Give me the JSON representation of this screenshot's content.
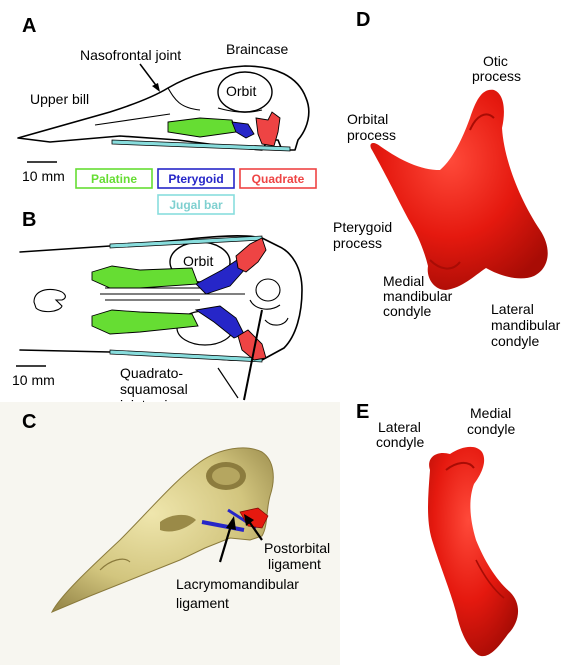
{
  "panels": {
    "a": {
      "letter": "A",
      "upper_bill": "Upper bill",
      "nasofrontal": "Nasofrontal joint",
      "braincase": "Braincase",
      "orbit": "Orbit",
      "scale": "10 mm"
    },
    "b": {
      "letter": "B",
      "orbit": "Orbit",
      "scale": "10 mm",
      "axis_l1": "Quadrato-",
      "axis_l2": "squamosal",
      "axis_l3": "joint axis"
    },
    "c": {
      "letter": "C",
      "postorbital_l1": "Postorbital",
      "postorbital_l2": "ligament",
      "lacrymo_l1": "Lacrymomandibular",
      "lacrymo_l2": "ligament"
    },
    "d": {
      "letter": "D",
      "otic_l1": "Otic",
      "otic_l2": "process",
      "orbital_l1": "Orbital",
      "orbital_l2": "process",
      "pterygoid_l1": "Pterygoid",
      "pterygoid_l2": "process",
      "medial_l1": "Medial",
      "medial_l2": "mandibular",
      "medial_l3": "condyle",
      "lateral_l1": "Lateral",
      "lateral_l2": "mandibular",
      "lateral_l3": "condyle"
    },
    "e": {
      "letter": "E",
      "lateral_l1": "Lateral",
      "lateral_l2": "condyle",
      "medial_l1": "Medial",
      "medial_l2": "condyle"
    }
  },
  "legend": {
    "palatine": "Palatine",
    "pterygoid": "Pterygoid",
    "quadrate": "Quadrate",
    "jugal": "Jugal bar"
  },
  "colors": {
    "palatine": "#66dd33",
    "pterygoid": "#2626c8",
    "quadrate": "#ee4444",
    "jugal": "#88dddd",
    "quadrate_3d": "#e5190f",
    "skull_3d": "#d8cf8a",
    "panel_c_bg": "#f7f6f0"
  }
}
